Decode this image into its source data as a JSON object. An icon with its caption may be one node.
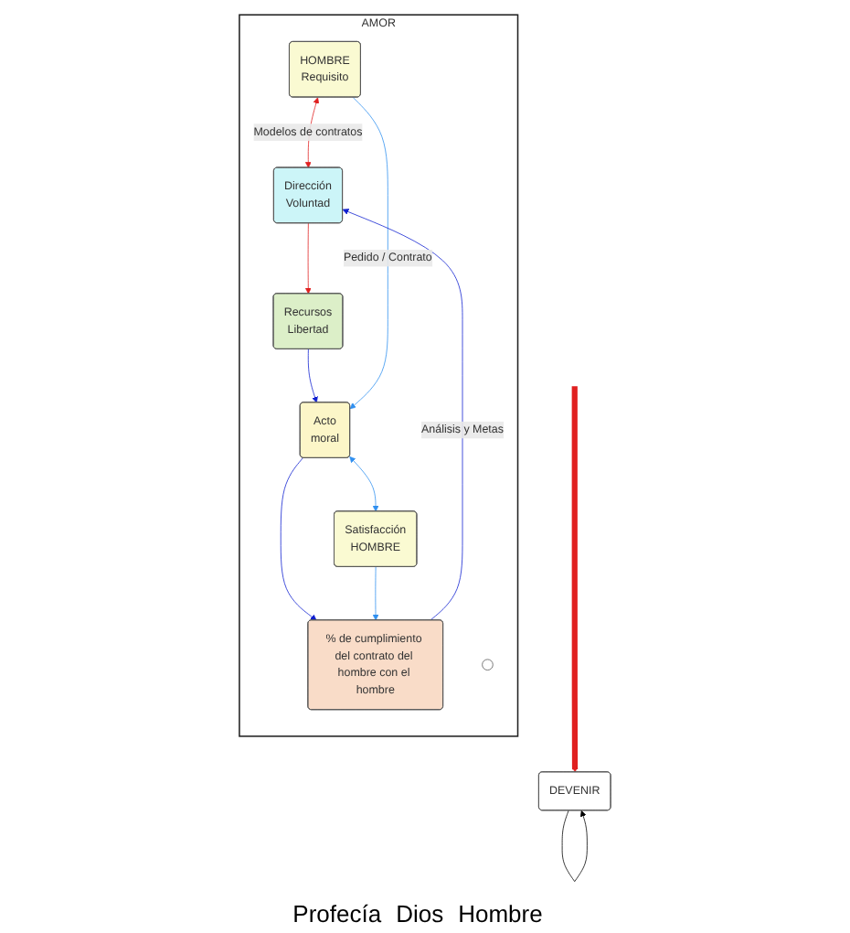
{
  "diagram": {
    "nodes": [
      {
        "text": [
          "AMOR"
        ]
      },
      {
        "text": [
          "HOMBRE",
          "Requisito"
        ],
        "in": 0
      },
      {
        "text": [
          "Dirección",
          "Voluntad"
        ],
        "in": 0
      },
      {
        "text": [
          "Recursos",
          "Libertad"
        ],
        "in": 0
      },
      {
        "text": [
          "Acto",
          "moral"
        ],
        "in": 0
      },
      {
        "text": [],
        "shape": "circle",
        "in": 0
      },
      {
        "text": [
          "% de cumplimiento del contrato del hombre con el hombre"
        ],
        "in": 0
      },
      {
        "text": [
          "Satisfacción",
          "HOMBRE"
        ],
        "in": 0
      },
      {
        "text": [
          "DEVENIR"
        ]
      }
    ],
    "edges": [
      {
        "from": 1,
        "to": 2,
        "arrow": "both",
        "label": "Modelos de contratos",
        "color": "#e02020"
      },
      {
        "from": 2,
        "to": 3,
        "arrow": "to",
        "color": "#e02020"
      },
      {
        "from": 3,
        "to": 4,
        "arrow": "to",
        "color": "#1020d0"
      },
      {
        "from": 1,
        "to": 4,
        "arrow": "to",
        "label": "Pedido / Contrato",
        "color": "#3090f0"
      },
      {
        "from": 4,
        "to": 6,
        "arrow": "to",
        "color": "#1020d0"
      },
      {
        "from": 4,
        "to": 7,
        "arrow": "both",
        "color": "#3090f0"
      },
      {
        "from": 6,
        "to": 2,
        "arrow": "to",
        "label": "Análisis y Metas",
        "color": "#1020d0"
      },
      {
        "from": 7,
        "to": 6,
        "arrow": "to",
        "color": "#3090f0"
      },
      {
        "from": null,
        "to": 8,
        "arrow": "to",
        "style": "thick",
        "color": "#e02020"
      },
      {
        "from": 8,
        "to": 8,
        "arrow": "to",
        "color": "#000000"
      }
    ],
    "labels": [
      "Profecía",
      "Dios",
      "Hombre"
    ]
  }
}
